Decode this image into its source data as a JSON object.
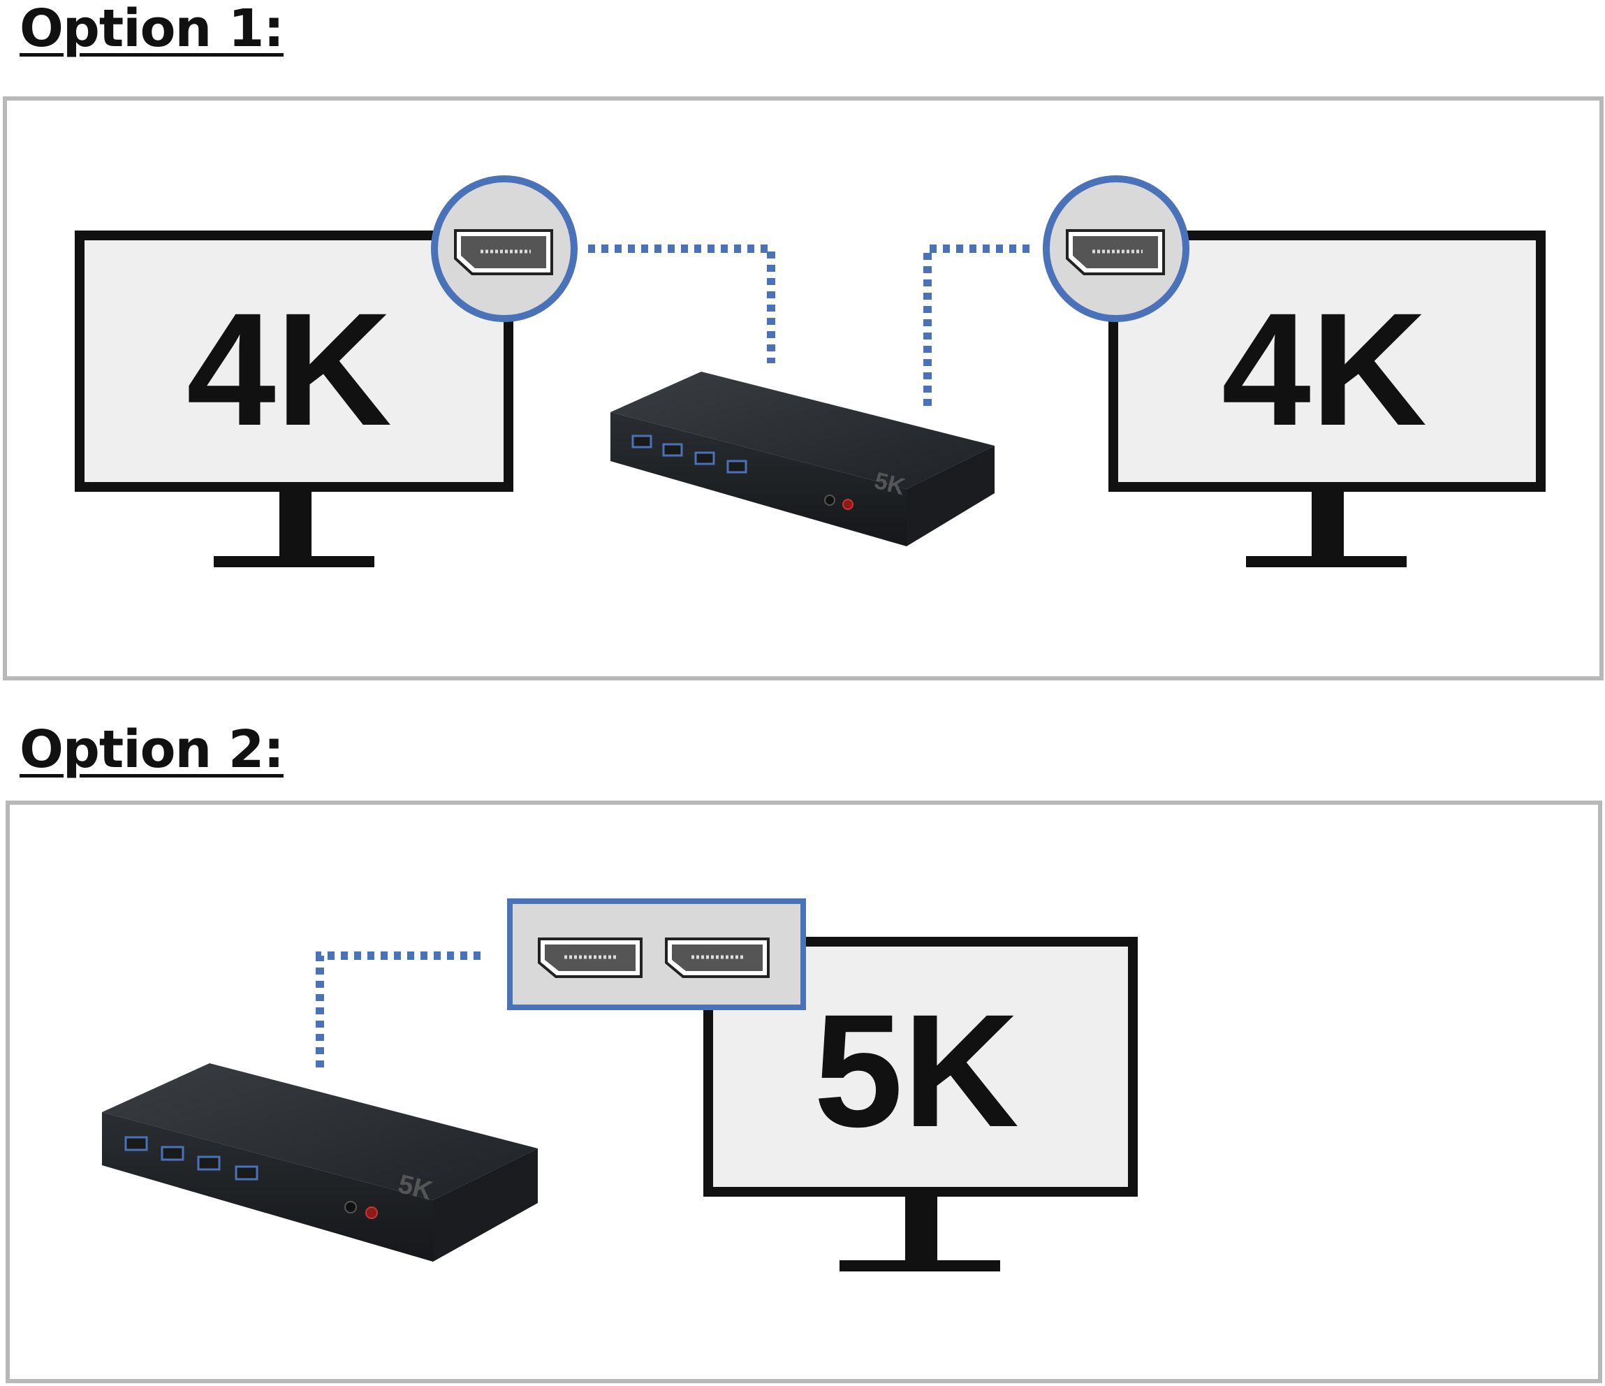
{
  "option1": {
    "heading": "Option 1:",
    "monitor_left_label": "4K",
    "monitor_right_label": "4K",
    "dock_badge": "5K"
  },
  "option2": {
    "heading": "Option 2:",
    "monitor_label": "5K",
    "dock_badge": "5K"
  },
  "colors": {
    "accent": "#4a72b8",
    "panel_border": "#b8b8b8",
    "screen": "#efefef",
    "dock": "#2c2f33"
  },
  "icons": [
    "displayport-icon",
    "usb-port-icon",
    "audio-jack-icon"
  ]
}
